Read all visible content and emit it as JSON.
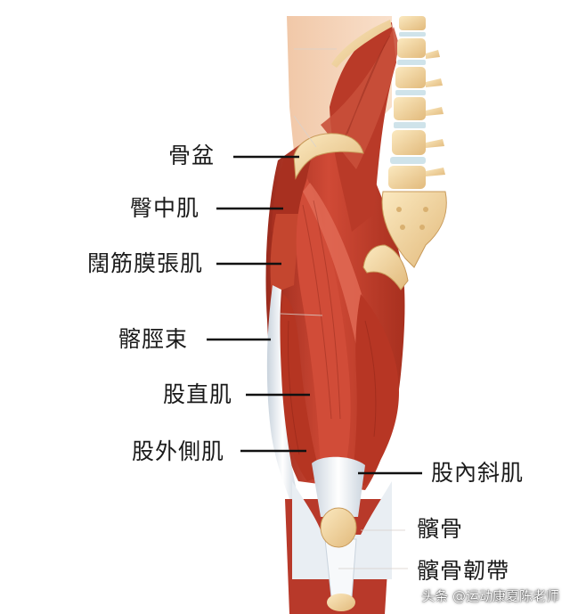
{
  "diagram": {
    "labels_left": [
      {
        "id": "pelvis",
        "text": "骨盆"
      },
      {
        "id": "gluteus-medius",
        "text": "臀中肌"
      },
      {
        "id": "tensor-fasciae-latae",
        "text": "闊筋膜張肌"
      },
      {
        "id": "iliotibial-band",
        "text": "髂脛束"
      },
      {
        "id": "rectus-femoris",
        "text": "股直肌"
      },
      {
        "id": "vastus-lateralis",
        "text": "股外側肌"
      }
    ],
    "labels_right": [
      {
        "id": "vastus-medialis",
        "text": "股內斜肌"
      },
      {
        "id": "patella",
        "text": "髕骨"
      },
      {
        "id": "patellar-ligament",
        "text": "髕骨韌帶"
      }
    ],
    "watermark": "头条 @运动康夏陈老师"
  },
  "colors": {
    "muscle": "#c8402f",
    "muscle_dark": "#8f2418",
    "muscle_light": "#e06a55",
    "bone": "#f3d9a0",
    "bone_dark": "#d9b070",
    "disc": "#cfe3ea",
    "skin": "#f6d6bd",
    "tendon": "#eef2f6",
    "leader": "#111111"
  }
}
